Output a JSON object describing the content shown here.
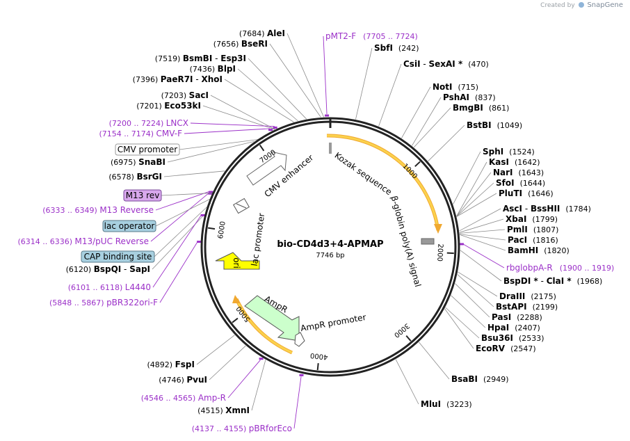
{
  "watermark": {
    "prefix": "Created by",
    "brand": "SnapGene"
  },
  "plasmid": {
    "name": "bio-CD4d3+4-APMAP",
    "length_label": "7746 bp",
    "length": 7746
  },
  "colors": {
    "primer": "#9b30c8",
    "enzyme": "#000000",
    "line": "#888888",
    "arrow": "#fbd24d",
    "ori": "#ffff00",
    "ampr": "#ccffcc",
    "promoter": "#ffffff",
    "polyA": "#999999",
    "lac_operator": "#a8d0e0",
    "cap_site": "#a8d0e0",
    "m13_rev_box": "#d8a8ec"
  },
  "ticks": [
    {
      "label": "1000",
      "pos": 1000
    },
    {
      "label": "2000",
      "pos": 2000
    },
    {
      "label": "3000",
      "pos": 3000
    },
    {
      "label": "4000",
      "pos": 4000
    },
    {
      "label": "5000",
      "pos": 5000
    },
    {
      "label": "6000",
      "pos": 6000
    },
    {
      "label": "7000",
      "pos": 7000
    }
  ],
  "enzymes_right": [
    {
      "name": "SbfI",
      "pos_label": "(242)",
      "pos": 242
    },
    {
      "name": "CsiI",
      "sep": " - ",
      "name2": "SexAI *",
      "pos_label": "(470)",
      "pos": 470
    },
    {
      "name": "NotI",
      "pos_label": "(715)",
      "pos": 715
    },
    {
      "name": "PshAI",
      "pos_label": "(837)",
      "pos": 837
    },
    {
      "name": "BmgBI",
      "pos_label": "(861)",
      "pos": 861
    },
    {
      "name": "BstBI",
      "pos_label": "(1049)",
      "pos": 1049
    },
    {
      "name": "SphI",
      "pos_label": "(1524)",
      "pos": 1524
    },
    {
      "name": "KasI",
      "pos_label": "(1642)",
      "pos": 1642
    },
    {
      "name": "NarI",
      "pos_label": "(1643)",
      "pos": 1643
    },
    {
      "name": "SfoI",
      "pos_label": "(1644)",
      "pos": 1644
    },
    {
      "name": "PluTI",
      "pos_label": "(1646)",
      "pos": 1646
    },
    {
      "name": "AscI",
      "sep": " - ",
      "name2": "BssHII",
      "pos_label": "(1784)",
      "pos": 1784
    },
    {
      "name": "XbaI",
      "pos_label": "(1799)",
      "pos": 1799
    },
    {
      "name": "PmlI",
      "pos_label": "(1807)",
      "pos": 1807
    },
    {
      "name": "PacI",
      "pos_label": "(1816)",
      "pos": 1816
    },
    {
      "name": "BamHI",
      "pos_label": "(1820)",
      "pos": 1820
    },
    {
      "name": "BspDI *",
      "sep": " - ",
      "name2": "ClaI *",
      "pos_label": "(1968)",
      "pos": 1968
    },
    {
      "name": "DraIII",
      "pos_label": "(2175)",
      "pos": 2175
    },
    {
      "name": "BstAPI",
      "pos_label": "(2199)",
      "pos": 2199
    },
    {
      "name": "PasI",
      "pos_label": "(2288)",
      "pos": 2288
    },
    {
      "name": "HpaI",
      "pos_label": "(2407)",
      "pos": 2407
    },
    {
      "name": "Bsu36I",
      "pos_label": "(2533)",
      "pos": 2533
    },
    {
      "name": "EcoRV",
      "pos_label": "(2547)",
      "pos": 2547
    },
    {
      "name": "BsaBI",
      "pos_label": "(2949)",
      "pos": 2949
    },
    {
      "name": "MluI",
      "pos_label": "(3223)",
      "pos": 3223
    }
  ],
  "enzymes_left": [
    {
      "name": "AleI",
      "pos_label": "(7684)",
      "pos": 7684
    },
    {
      "name": "BseRI",
      "pos_label": "(7656)",
      "pos": 7656
    },
    {
      "name": "BsmBI",
      "sep": " - ",
      "name2": "Esp3I",
      "pos_label": "(7519)",
      "pos": 7519
    },
    {
      "name": "BlpI",
      "pos_label": "(7436)",
      "pos": 7436
    },
    {
      "name": "PaeR7I",
      "sep": " - ",
      "name2": "XhoI",
      "pos_label": "(7396)",
      "pos": 7396
    },
    {
      "name": "SacI",
      "pos_label": "(7203)",
      "pos": 7203
    },
    {
      "name": "Eco53kI",
      "pos_label": "(7201)",
      "pos": 7201
    },
    {
      "name": "SnaBI",
      "pos_label": "(6975)",
      "pos": 6975
    },
    {
      "name": "BsrGI",
      "pos_label": "(6578)",
      "pos": 6578
    },
    {
      "name": "BspQI",
      "sep": " - ",
      "name2": "SapI",
      "pos_label": "(6120)",
      "pos": 6120
    },
    {
      "name": "FspI",
      "pos_label": "(4892)",
      "pos": 4892
    },
    {
      "name": "PvuI",
      "pos_label": "(4746)",
      "pos": 4746
    },
    {
      "name": "XmnI",
      "pos_label": "(4515)",
      "pos": 4515
    }
  ],
  "primers": [
    {
      "name": "pMT2-F",
      "range": "(7705 .. 7724)",
      "pos": 7714
    },
    {
      "name": "LNCX",
      "range": "(7200 .. 7224)",
      "pos": 7212
    },
    {
      "name": "CMV-F",
      "range": "(7154 .. 7174)",
      "pos": 7164
    },
    {
      "name": "M13 Reverse",
      "range": "(6333 .. 6349)",
      "pos": 6341
    },
    {
      "name": "M13/pUC Reverse",
      "range": "(6314 .. 6336)",
      "pos": 6325
    },
    {
      "name": "L4440",
      "range": "(6101 .. 6118)",
      "pos": 6110
    },
    {
      "name": "pBR322ori-F",
      "range": "(5848 .. 5867)",
      "pos": 5858
    },
    {
      "name": "rbglobpA-R",
      "range": "(1900 .. 1919)",
      "pos": 1910
    },
    {
      "name": "Amp-R",
      "range": "(4546 .. 4565)",
      "pos": 4556
    },
    {
      "name": "pBRforEco",
      "range": "(4137 .. 4155)",
      "pos": 4146
    }
  ],
  "boxed_labels": [
    {
      "name": "CMV promoter",
      "pos": 7060
    },
    {
      "name": "M13 rev",
      "pos": 6350
    },
    {
      "name": "lac operator",
      "pos": 6300
    },
    {
      "name": "CAP binding site",
      "pos": 6240
    }
  ],
  "features": [
    {
      "name": "Kozak sequence",
      "pos": 160
    },
    {
      "name": "β-globin poly(A) signal",
      "pos": 2000
    },
    {
      "name": "CMV enhancer",
      "pos": 7150
    },
    {
      "name": "lac promoter",
      "pos": 6290
    },
    {
      "name": "ori",
      "pos": 5800
    },
    {
      "name": "AmpR",
      "pos": 4900
    },
    {
      "name": "AmpR promoter",
      "pos": 4450
    }
  ]
}
